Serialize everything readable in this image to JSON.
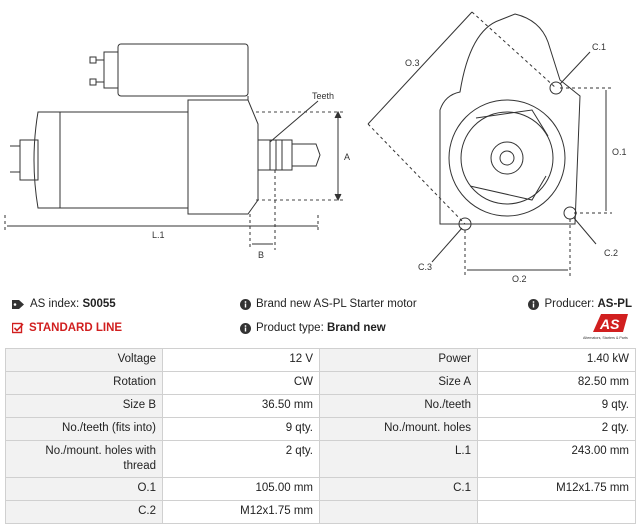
{
  "drawing": {
    "labels": {
      "teeth": "Teeth",
      "a": "A",
      "b": "B",
      "l1": "L.1",
      "o3": "O.3",
      "c1": "C.1",
      "o1": "O.1",
      "c2": "C.2",
      "c3": "C.3",
      "o2": "O.2"
    }
  },
  "info": {
    "as_index_label": "AS index:",
    "as_index_value": "S0055",
    "standard_line": "STANDARD LINE",
    "description": "Brand new AS-PL Starter motor",
    "product_type_label": "Product type:",
    "product_type_value": "Brand new",
    "producer_label": "Producer:",
    "producer_value": "AS-PL",
    "logo_text": "AS",
    "logo_subtext": "Alternators, Starters & Parts"
  },
  "specs": [
    [
      "Voltage",
      "12 V",
      "Power",
      "1.40 kW"
    ],
    [
      "Rotation",
      "CW",
      "Size A",
      "82.50 mm"
    ],
    [
      "Size B",
      "36.50 mm",
      "No./teeth",
      "9 qty."
    ],
    [
      "No./teeth (fits into)",
      "9 qty.",
      "No./mount. holes",
      "2 qty."
    ],
    [
      "No./mount. holes with thread",
      "2 qty.",
      "L.1",
      "243.00 mm"
    ],
    [
      "O.1",
      "105.00 mm",
      "C.1",
      "M12x1.75 mm"
    ],
    [
      "C.2",
      "M12x1.75 mm",
      "",
      ""
    ]
  ],
  "colors": {
    "accent_red": "#d11f1f",
    "header_bg": "#f2f2f2",
    "border": "#d0d0d0"
  }
}
